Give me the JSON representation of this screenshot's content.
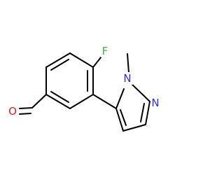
{
  "molecule": {
    "name": "",
    "atom_labels": {
      "fluorine": "F",
      "nitrogen_methyl": "N",
      "nitrogen_ring": "N",
      "oxygen": "O"
    },
    "colors": {
      "bond": "#000000",
      "F": "#3fb53f",
      "N": "#2f2fd8",
      "O": "#e0201a",
      "background": "#ffffff"
    }
  }
}
